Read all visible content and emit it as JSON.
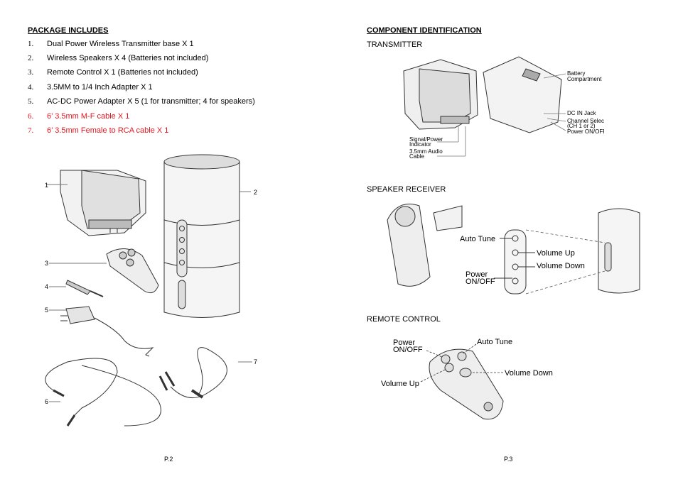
{
  "left_page": {
    "heading": "PACKAGE INCLUDES",
    "items": [
      {
        "num": "1.",
        "text": "Dual Power Wireless Transmitter base X 1",
        "highlight": false
      },
      {
        "num": "2.",
        "text": "Wireless Speakers X 4 (Batteries not included)",
        "highlight": false
      },
      {
        "num": "3.",
        "text": "Remote Control X 1 (Batteries not included)",
        "highlight": false
      },
      {
        "num": "4.",
        "text": "3.5MM to 1/4 Inch Adapter X 1",
        "highlight": false
      },
      {
        "num": "5.",
        "text": "AC-DC Power Adapter X 5 (1 for transmitter; 4 for speakers)",
        "highlight": false
      },
      {
        "num": "6.",
        "text": "6’ 3.5mm M-F cable X 1",
        "highlight": true
      },
      {
        "num": "7.",
        "text": "6’ 3.5mm Female to RCA cable X 1",
        "highlight": true
      }
    ],
    "figure_labels": [
      "1",
      "2",
      "3",
      "4",
      "5",
      "6",
      "7"
    ],
    "page_number": "P.2"
  },
  "right_page": {
    "heading": "COMPONENT IDENTIFICATION",
    "transmitter": {
      "title": "TRANSMITTER",
      "callouts": {
        "battery_line1": "Battery",
        "battery_line2": "Compartment",
        "dc_in": "DC IN Jack",
        "channel_line1": "Channel Selector",
        "channel_line2": "(CH 1 or 2)",
        "power": "Power ON/OFF",
        "signal_line1": "Signal/Power",
        "signal_line2": "Indicator",
        "cable_line1": "3.5mm Audio",
        "cable_line2": "Cable"
      }
    },
    "speaker": {
      "title": "SPEAKER RECEIVER",
      "callouts": {
        "auto_tune": "Auto Tune",
        "volume_up": "Volume Up",
        "volume_down": "Volume Down",
        "power_line1": "Power",
        "power_line2": "ON/OFF"
      }
    },
    "remote": {
      "title": "REMOTE CONTROL",
      "callouts": {
        "power_line1": "Power",
        "power_line2": "ON/OFF",
        "auto_tune": "Auto Tune",
        "volume_down": "Volume Down",
        "volume_up": "Volume Up"
      }
    },
    "page_number": "P.3"
  }
}
